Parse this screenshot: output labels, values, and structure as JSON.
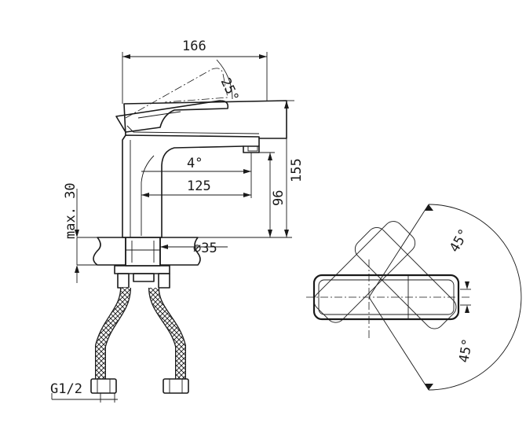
{
  "dimensions": {
    "width_total": "166",
    "lever_tilt": "25°",
    "height_total": "155",
    "spout_height": "96",
    "spout_angle": "4°",
    "spout_reach": "125",
    "max_deck": "max. 30",
    "hole_diameter": "⌀35",
    "thread": "G1/2",
    "swing_upper": "45°",
    "swing_lower": "45°"
  }
}
